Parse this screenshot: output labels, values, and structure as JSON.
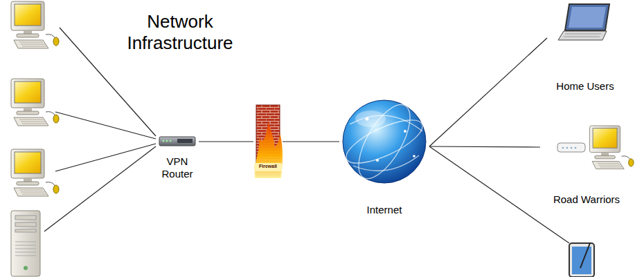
{
  "diagram": {
    "title": "Network Infrastructure",
    "nodes": [
      {
        "text": [
          "VPN Router"
        ]
      },
      {
        "text": [
          "Firewall"
        ]
      },
      {
        "text": [
          "Internet"
        ]
      },
      {
        "text": [
          "Home Users"
        ]
      },
      {
        "text": [
          "Road Warriors"
        ]
      }
    ],
    "edges": [
      {
        "from": 0,
        "to": 1,
        "arrow": "none"
      },
      {
        "from": 1,
        "to": 2,
        "arrow": "none"
      },
      {
        "from": 2,
        "to": 3,
        "arrow": "none"
      },
      {
        "from": 2,
        "to": 4,
        "arrow": "none"
      }
    ]
  }
}
